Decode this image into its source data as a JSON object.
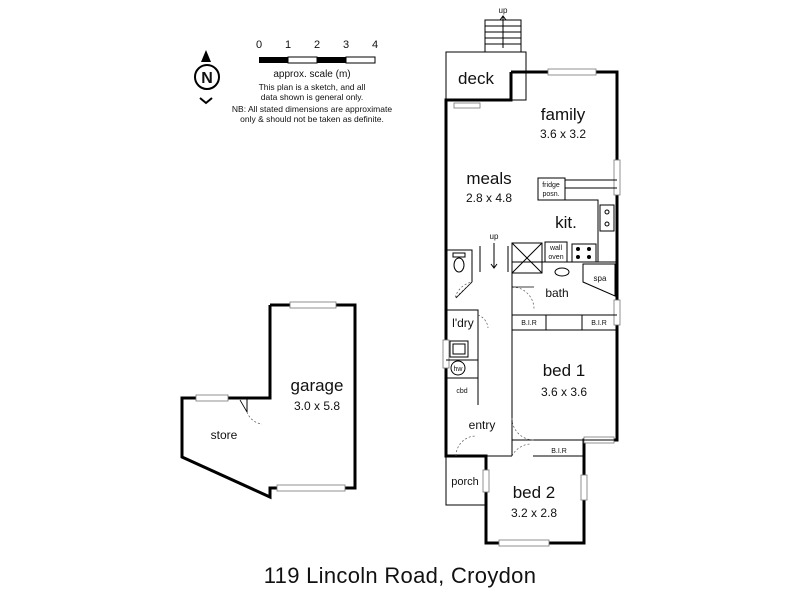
{
  "address": "119 Lincoln Road, Croydon",
  "scale": {
    "ticks": [
      "0",
      "1",
      "2",
      "3",
      "4"
    ],
    "label": "approx. scale (m)",
    "note_lines": [
      "This plan is a sketch, and all",
      "data shown is general only."
    ],
    "disclaimer_lines": [
      "NB: All stated dimensions are approximate",
      "only & should not be taken as definite."
    ]
  },
  "compass": {
    "letter": "N"
  },
  "rooms": {
    "deck": {
      "name": "deck"
    },
    "family": {
      "name": "family",
      "size": "3.6 x 3.2"
    },
    "meals": {
      "name": "meals",
      "size": "2.8 x 4.8"
    },
    "kitchen": {
      "name": "kit."
    },
    "bath": {
      "name": "bath"
    },
    "laundry": {
      "name": "l'dry"
    },
    "bed1": {
      "name": "bed 1",
      "size": "3.6 x 3.6"
    },
    "bed2": {
      "name": "bed 2",
      "size": "3.2 x 2.8"
    },
    "entry": {
      "name": "entry"
    },
    "porch": {
      "name": "porch"
    },
    "garage": {
      "name": "garage",
      "size": "3.0 x 5.8"
    },
    "store": {
      "name": "store"
    }
  },
  "fixtures": {
    "fridge_line1": "fridge",
    "fridge_line2": "posn.",
    "wall_oven_line1": "wall",
    "wall_oven_line2": "oven",
    "spa": "spa",
    "bir": "B.I.R",
    "hot_water": "hw",
    "cupboard": "cbd"
  },
  "stairs": {
    "label": "up"
  }
}
